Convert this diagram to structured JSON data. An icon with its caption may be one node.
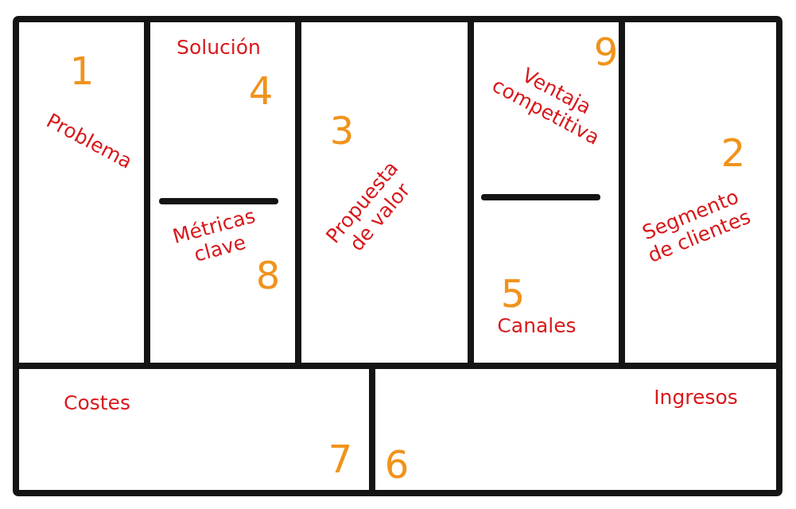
{
  "diagram": {
    "nodes": [
      {
        "text": [
          "1",
          "Problema"
        ]
      },
      {
        "text": [
          "Solución",
          "4"
        ]
      },
      {
        "text": [
          "Métricas clave",
          "8"
        ]
      },
      {
        "text": [
          "3",
          "Propuesta de valor"
        ]
      },
      {
        "text": [
          "Ventaja competitiva",
          "9"
        ]
      },
      {
        "text": [
          "5",
          "Canales"
        ]
      },
      {
        "text": [
          "2",
          "Segmento de clientes"
        ]
      },
      {
        "text": [
          "Costes",
          "7"
        ]
      },
      {
        "text": [
          "Ingresos",
          "6"
        ]
      }
    ]
  }
}
